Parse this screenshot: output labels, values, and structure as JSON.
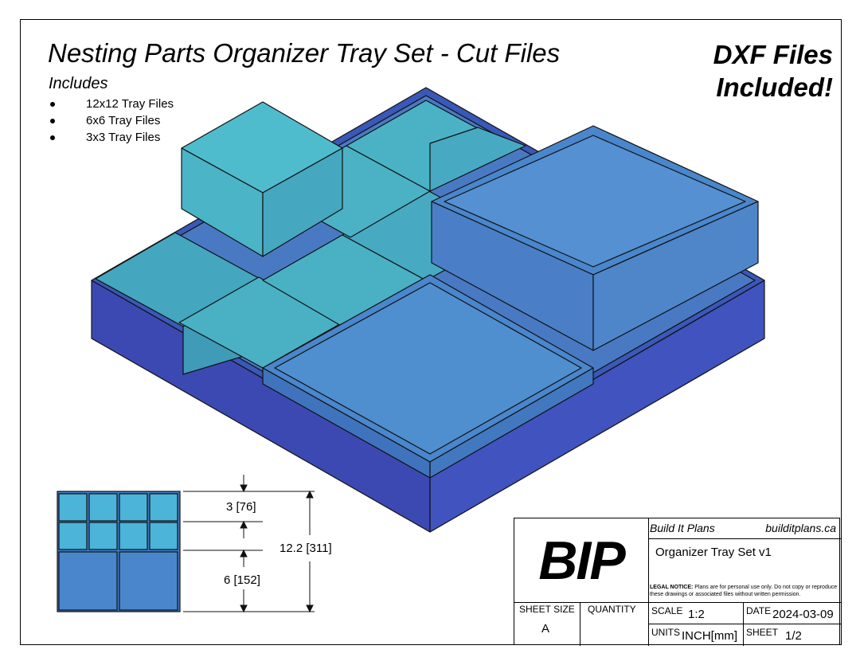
{
  "title": "Nesting Parts Organizer Tray Set - Cut Files",
  "dxf_badge": {
    "line1": "DXF Files",
    "line2": "Included!"
  },
  "includes": {
    "heading": "Includes",
    "items": [
      "12x12 Tray Files",
      "6x6 Tray Files",
      "3x3 Tray Files"
    ]
  },
  "dimensions": {
    "small": "3 [76]",
    "total": "12.2 [311]",
    "large": "6 [152]"
  },
  "title_block": {
    "company": "Build It Plans",
    "website": "builditplans.ca",
    "logo_text": "BIP",
    "drawing_title": "Organizer Tray Set v1",
    "legal_label": "LEGAL NOTICE:",
    "legal_text": " Plans are for personal use only. Do not copy or reproduce these drawings or associated files without written permission.",
    "sheet_size_label": "SHEET SIZE",
    "sheet_size": "A",
    "quantity_label": "QUANTITY",
    "quantity": "",
    "scale_label": "SCALE",
    "scale": "1:2",
    "date_label": "DATE",
    "date": "2024-03-09",
    "units_label": "UNITS",
    "units": "INCH[mm]",
    "sheet_label": "SHEET",
    "sheet": "1/2"
  },
  "colors": {
    "base_tray": "#3f50b8",
    "large_tray": "#4a86cc",
    "small_tray": "#4bb4c6",
    "edge": "#111111"
  }
}
